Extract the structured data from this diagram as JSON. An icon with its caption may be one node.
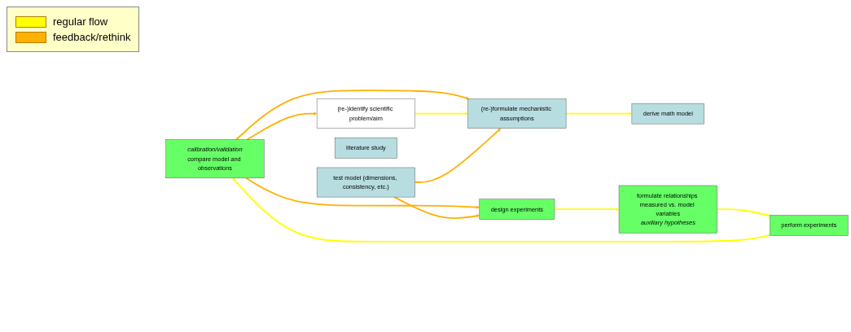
{
  "diagram": {
    "nodes": [
      {
        "text": [
          "calibration/validation",
          "compare model and observations"
        ]
      },
      {
        "text": [
          "(re-)formulate mechanistic assumptions"
        ]
      },
      {
        "text": [
          "literature study"
        ]
      },
      {
        "text": [
          "perform experiments"
        ]
      },
      {
        "text": [
          "(re-)identify scientific problem/aim"
        ]
      },
      {
        "text": [
          "derive math model"
        ]
      },
      {
        "text": [
          "test model (dimensions, consistency, etc.)"
        ]
      },
      {
        "text": [
          "formulate relationships measured vs. model variables",
          "auxiliary hypotheses"
        ]
      },
      {
        "text": [
          "design experiments"
        ]
      }
    ],
    "edges": [
      {
        "from": 0,
        "to": 1,
        "arrow": "to",
        "color": "#ffb000"
      },
      {
        "from": 0,
        "to": 4,
        "arrow": "to",
        "color": "#ffb000"
      },
      {
        "from": 0,
        "to": 8,
        "arrow": "to",
        "color": "#ffb000"
      },
      {
        "from": 1,
        "to": 5,
        "arrow": "to",
        "color": "#ffff00"
      },
      {
        "from": 4,
        "to": 1,
        "arrow": "to",
        "color": "#ffff00"
      },
      {
        "from": 6,
        "to": 1,
        "arrow": "to",
        "color": "#ffb000"
      },
      {
        "from": 6,
        "to": 8,
        "arrow": "to",
        "color": "#ffb000"
      },
      {
        "from": 8,
        "to": 7,
        "arrow": "to",
        "color": "#ffff00"
      },
      {
        "from": 7,
        "to": 3,
        "arrow": "to",
        "color": "#ffff00"
      },
      {
        "from": 3,
        "to": 0,
        "arrow": "to",
        "color": "#ffff00"
      }
    ],
    "legend": [
      {
        "text": "regular flow",
        "color": "#ffff00"
      },
      {
        "text": "feedback/rethink",
        "color": "#ffb000"
      }
    ]
  }
}
